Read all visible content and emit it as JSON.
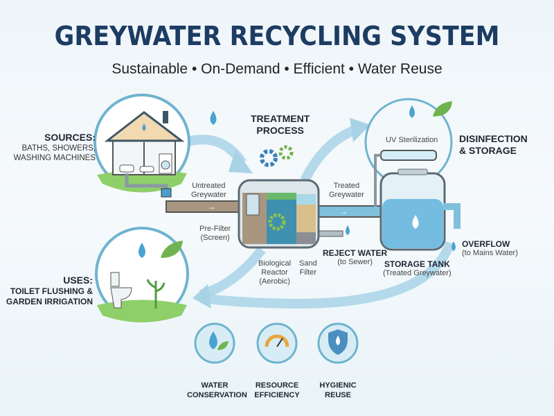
{
  "title": "GREYWATER RECYCLING SYSTEM",
  "subtitle": "Sustainable • On-Demand • Efficient • Water Reuse",
  "sources": {
    "heading": "SOURCES:",
    "line1": "BATHS, SHOWERS,",
    "line2": "WASHING MACHINES"
  },
  "uses": {
    "heading": "USES:",
    "line1": "TOILET FLUSHING &",
    "line2": "GARDEN IRRIGATION"
  },
  "treatment": {
    "line1": "TREATMENT",
    "line2": "PROCESS"
  },
  "disinfection": {
    "line1": "DISINFECTION",
    "line2": "& STORAGE"
  },
  "labels": {
    "untreated1": "Untreated",
    "untreated2": "Greywater",
    "treated1": "Treated",
    "treated2": "Greywater",
    "prefilter1": "Pre-Filter",
    "prefilter2": "(Screen)",
    "bio1": "Biological",
    "bio2": "Reactor",
    "bio3": "(Aerobic)",
    "sand1": "Sand",
    "sand2": "Filter",
    "reject1": "REJECT WATER",
    "reject2": "(to Sewer)",
    "storage1": "STORAGE TANK",
    "storage2": "(Treated Greywater)",
    "overflow1": "OVERFLOW",
    "overflow2": "(to Mains Water)",
    "uv": "UV Sterilization"
  },
  "benefits": [
    {
      "icon": "water-drop-leaf-icon",
      "line1": "WATER",
      "line2": "CONSERVATION"
    },
    {
      "icon": "gauge-icon",
      "line1": "RESOURCE",
      "line2": "EFFICIENCY"
    },
    {
      "icon": "shield-drop-icon",
      "line1": "HYGIENIC",
      "line2": "REUSE"
    }
  ],
  "colors": {
    "title": "#1d3c63",
    "arrow": "#a8d3e6",
    "water": "#5fb0d6",
    "green": "#7cc36a"
  }
}
